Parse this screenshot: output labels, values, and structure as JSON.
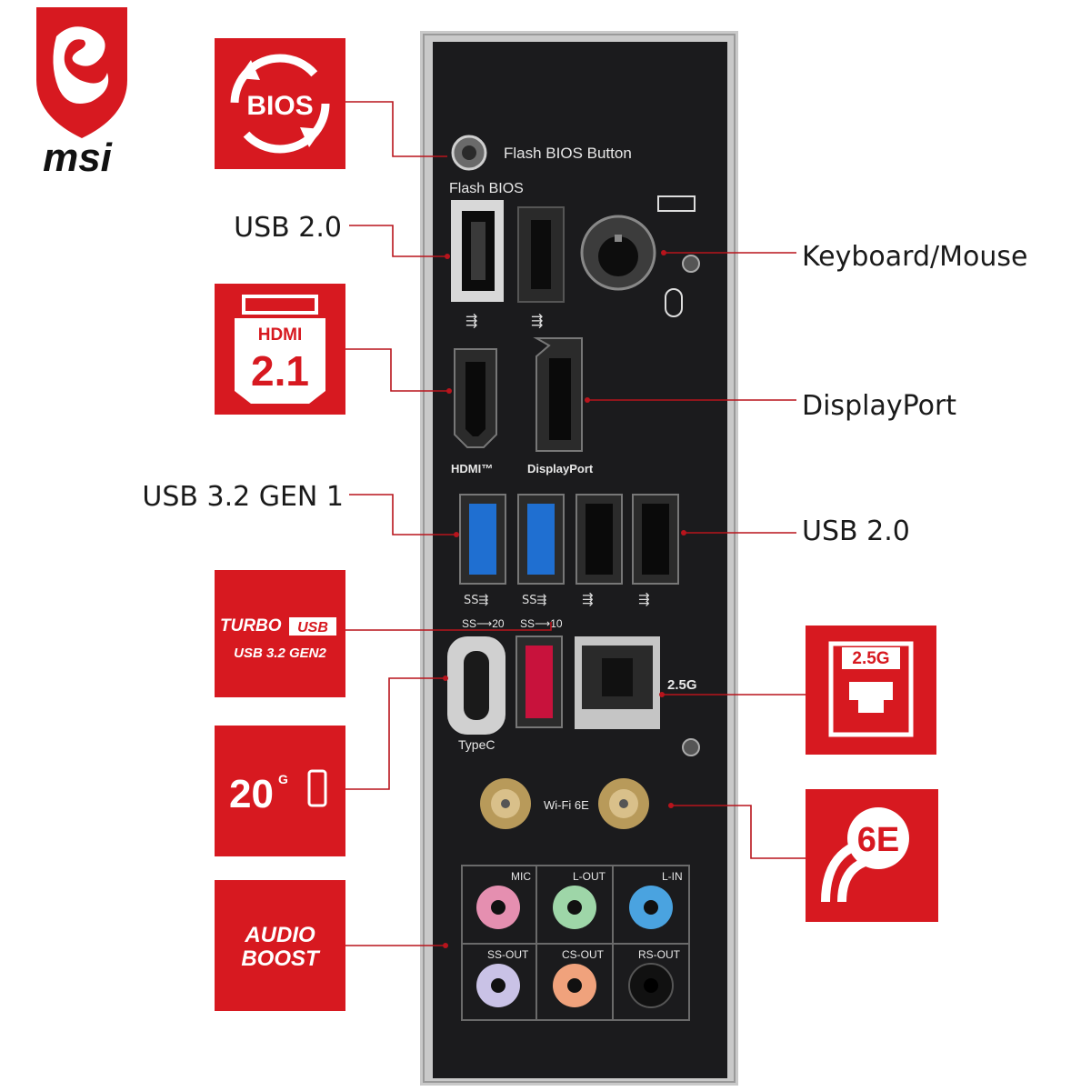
{
  "brand": {
    "name": "msi"
  },
  "callouts": {
    "usb20_left": "USB 2.0",
    "keyboard_mouse": "Keyboard/Mouse",
    "displayport": "DisplayPort",
    "usb32_gen1": "USB 3.2 GEN 1",
    "usb20_right": "USB 2.0"
  },
  "badges": {
    "bios": "BIOS",
    "hdmi_word": "HDMI",
    "hdmi_version": "2.1",
    "turbo_usb_line1": "TURBO",
    "turbo_usb_line1b": "USB",
    "turbo_usb_line2": "USB 3.2 GEN2",
    "speed_20g": "20",
    "speed_20g_unit": "G",
    "lan_25g": "2.5G",
    "wifi_6e": "6E",
    "audio_boost_line1": "AUDIO",
    "audio_boost_line2": "BOOST"
  },
  "plate_labels": {
    "flash_bios_button": "Flash BIOS Button",
    "flash_bios": "Flash BIOS",
    "hdmi_mark": "HDMI™",
    "displayport_mark": "DisplayPort",
    "ss20": "SS⟶20",
    "ss10": "SS⟶10",
    "lan_speed": "2.5G",
    "typec": "TypeC",
    "wifi_6e": "Wi-Fi 6E",
    "mic": "MIC",
    "l_out": "L-OUT",
    "l_in": "L-IN",
    "ss_out": "SS-OUT",
    "cs_out": "CS-OUT",
    "rs_out": "RS-OUT"
  },
  "colors": {
    "brand_red": "#d71920",
    "plate_black": "#1b1b1d",
    "usb3_blue": "#1f6fd1",
    "usb_gen2_red": "#c8123c",
    "jack_pink": "#e58fb0",
    "jack_green": "#9ed6a8",
    "jack_blue": "#4aa3e0",
    "jack_lavender": "#c9c2e6",
    "jack_orange": "#f0a27c",
    "jack_black": "#111111"
  }
}
